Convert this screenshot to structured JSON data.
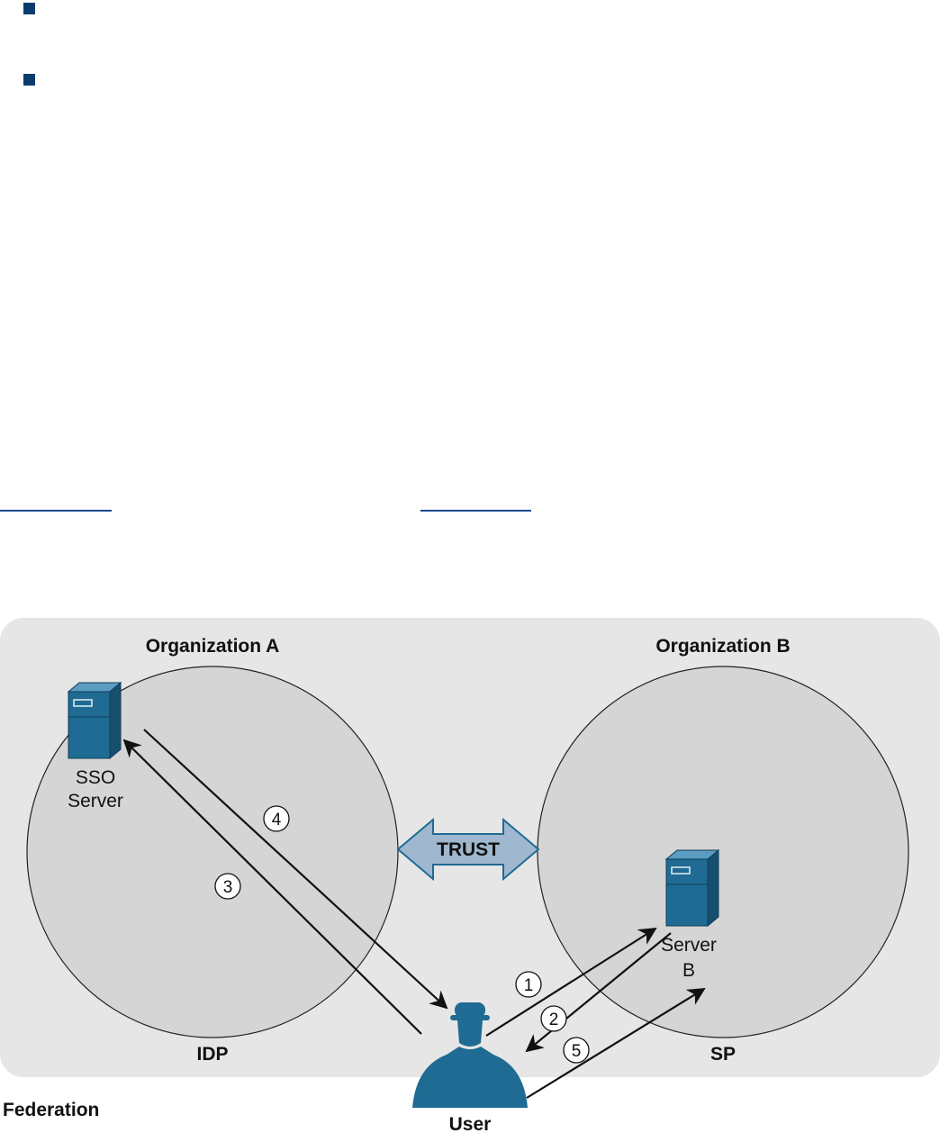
{
  "organization_a": {
    "title": "Organization A",
    "role": "IDP",
    "server_label": [
      "SSO",
      "Server"
    ]
  },
  "organization_b": {
    "title": "Organization B",
    "role": "SP",
    "server_label": [
      "Server",
      "B"
    ]
  },
  "trust_label": "TRUST",
  "user_label": "User",
  "federation_label": "Federation",
  "steps": [
    "1",
    "2",
    "3",
    "4",
    "5"
  ],
  "colors": {
    "background_panel": "#e6e6e6",
    "circle_fill": "#d5d5d5",
    "server_blue": "#1f6b93",
    "user_blue": "#1f6b93",
    "trust_arrow": "#9fb8cf",
    "bullet": "#0c3c6e"
  }
}
